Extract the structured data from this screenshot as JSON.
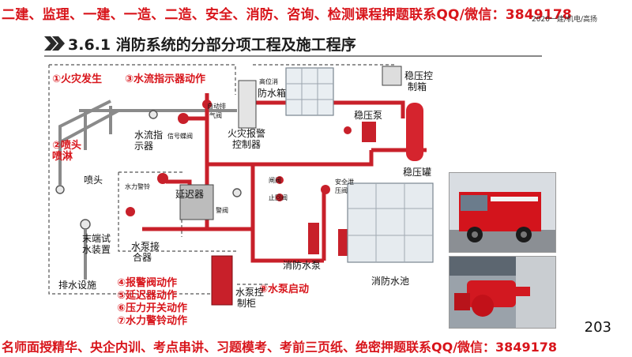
{
  "banner_top": "二建、监理、一建、一造、二造、安全、消防、咨询、检测课程押题联系QQ/微信：3849178",
  "course_tag": "2020一建/机电/高扬",
  "slide_title": "3.6.1 消防系统的分部分项工程及施工程序",
  "steps": {
    "s1": "①火灾发生",
    "s2a": "②喷头",
    "s2b": "喷淋",
    "s3": "③水流指示器动作",
    "s4": "④报警阀动作",
    "s5": "⑤延迟器动作",
    "s6": "⑥压力开关动作",
    "s7": "⑦水力警铃动作",
    "s8": "⑧水泵启动"
  },
  "labels": {
    "sprinkler": "喷头",
    "flow_ind_a": "水流指",
    "flow_ind_b": "示器",
    "signal_valve": "信号蝶阀",
    "auto_vent_a": "自动排",
    "auto_vent_b": "气阀",
    "fire_ctrl_a": "火灾报警",
    "fire_ctrl_b": "控制器",
    "tank_a": "高位消",
    "tank_b": "防水箱",
    "press_box_a": "稳压控",
    "press_box_b": "制箱",
    "press_pump": "稳压泵",
    "press_tank": "稳压罐",
    "water_bell": "水力警铃",
    "delay": "延迟器",
    "alarm": "警阀",
    "pump_con_a": "水泵接",
    "pump_con_b": "合器",
    "gate_valve": "闸阀",
    "check_valve": "止回阀",
    "safety_a": "安全泄",
    "safety_b": "压阀",
    "test_dev_a": "末端试",
    "test_dev_b": "水装置",
    "drain": "排水设施",
    "fire_pump": "消防水泵",
    "pool": "消防水池",
    "pump_cab_a": "水泵控",
    "pump_cab_b": "制柜"
  },
  "page_number": "203",
  "banner_bottom": "名师面授精华、央企内训、考点串讲、习题模考、考前三页纸、绝密押题联系QQ/微信：3849178",
  "colors": {
    "banner_red": "#d8151b",
    "pipe_red": "#c8202a",
    "frame_gray": "#9a9a9a",
    "title_arrow": "#2b2b2b"
  }
}
